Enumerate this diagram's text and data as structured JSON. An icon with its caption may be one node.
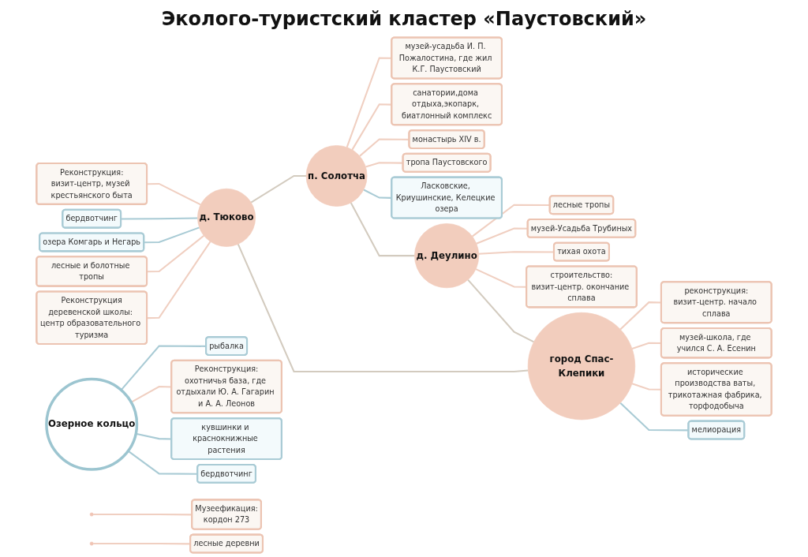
{
  "diagram": {
    "title": "Эколого-туристский кластер «Паустовский»",
    "nodes": [
      {
        "text": [
          "Озерное кольцо"
        ]
      },
      {
        "text": [
          "д. Тюково"
        ]
      },
      {
        "text": [
          "город Спас-Клепики"
        ]
      },
      {
        "text": [
          "п. Солотча"
        ]
      },
      {
        "text": [
          "д. Деулино"
        ]
      },
      {
        "text": [
          "Реконструкция:",
          "визит-центр, музей крестьянского быта"
        ]
      },
      {
        "text": [
          "рыбалка"
        ]
      },
      {
        "text": [
          "бердвотчинг"
        ]
      },
      {
        "text": [
          "Реконструкция:",
          "охотничья база, где отдыхали Ю. А. Гагарин и А. А. Леонов"
        ]
      },
      {
        "text": [
          "реконструкция:",
          "визит-центр. начало сплава"
        ]
      },
      {
        "text": [
          "озера Комгарь и Негарь"
        ]
      },
      {
        "text": [
          "кувшинки и краснокнижные растения"
        ]
      },
      {
        "text": [
          "бердвотчинг"
        ]
      },
      {
        "text": [
          "музей-школа, где учился С. А. Есенин"
        ]
      },
      {
        "text": [
          "мелиорация"
        ]
      },
      {
        "text": [
          "лесные и болотные тропы"
        ]
      },
      {
        "text": [
          "Реконструкция",
          "деревенской школы: центр образовательного туризма"
        ]
      },
      {
        "text": [
          "исторические производства ваты, трикотажная фабрика, торфодобыча"
        ]
      },
      {
        "text": [
          "Музеефикация:",
          "кордон 273"
        ]
      },
      {
        "text": [
          "Ласковские, Криушинские, Келецкие озера"
        ]
      },
      {
        "text": [
          "музей-усадьба И. П. Пожалостина, где жил К.Г. Паустовский"
        ]
      },
      {
        "text": [
          "лесные деревни"
        ]
      },
      {
        "text": [
          "лесные тропы"
        ]
      },
      {
        "text": [
          "санатории,дома отдыха,экопарк, биатлонный комплекс"
        ]
      },
      {
        "text": [
          "строительство:",
          "визит-центр. окончание сплава"
        ]
      },
      {
        "text": [
          "тропа Паустовского"
        ]
      },
      {
        "text": [
          "монастырь XIV в."
        ]
      },
      {
        "text": [
          "музей-Усадьба Трубиных"
        ]
      },
      {
        "text": [
          "тихая охота"
        ]
      },
      {
        "text": [],
        "shape": "circle"
      },
      {
        "text": [],
        "shape": "circle"
      }
    ],
    "edges": [
      {
        "from": 1,
        "to": 5,
        "arrow": "none"
      },
      {
        "from": 1,
        "to": 7,
        "arrow": "none",
        "color": "#a9cbd5"
      },
      {
        "from": 1,
        "to": 10,
        "arrow": "none",
        "color": "#a9cbd5"
      },
      {
        "from": 1,
        "to": 15,
        "arrow": "none"
      },
      {
        "from": 1,
        "to": 16,
        "arrow": "none"
      },
      {
        "from": 0,
        "to": 6,
        "arrow": "none",
        "color": "#a9cbd5"
      },
      {
        "from": 0,
        "to": 8,
        "arrow": "none"
      },
      {
        "from": 0,
        "to": 11,
        "arrow": "none",
        "color": "#a9cbd5"
      },
      {
        "from": 0,
        "to": 12,
        "arrow": "none",
        "color": "#a9cbd5"
      },
      {
        "from": 2,
        "to": 9,
        "arrow": "none"
      },
      {
        "from": 2,
        "to": 13,
        "arrow": "none"
      },
      {
        "from": 2,
        "to": 17,
        "arrow": "none"
      },
      {
        "from": 2,
        "to": 14,
        "arrow": "none",
        "color": "#a9cbd5"
      },
      {
        "from": 3,
        "to": 20,
        "arrow": "none"
      },
      {
        "from": 3,
        "to": 23,
        "arrow": "none"
      },
      {
        "from": 3,
        "to": 26,
        "arrow": "none"
      },
      {
        "from": 3,
        "to": 25,
        "arrow": "none"
      },
      {
        "from": 3,
        "to": 19,
        "arrow": "none",
        "color": "#a9cbd5"
      },
      {
        "from": 4,
        "to": 22,
        "arrow": "none"
      },
      {
        "from": 4,
        "to": 27,
        "arrow": "none"
      },
      {
        "from": 4,
        "to": 28,
        "arrow": "none"
      },
      {
        "from": 4,
        "to": 24,
        "arrow": "none"
      },
      {
        "from": 29,
        "to": 18,
        "arrow": "none"
      },
      {
        "from": 30,
        "to": 21,
        "arrow": "none"
      },
      {
        "from": 1,
        "to": 3,
        "arrow": "none",
        "color": "#d3cbbf"
      },
      {
        "from": 3,
        "to": 4,
        "arrow": "none",
        "color": "#d3cbbf"
      },
      {
        "from": 4,
        "to": 2,
        "arrow": "none",
        "color": "#d3cbbf"
      },
      {
        "from": 2,
        "to": 1,
        "arrow": "none",
        "color": "#d3cbbf"
      }
    ]
  }
}
